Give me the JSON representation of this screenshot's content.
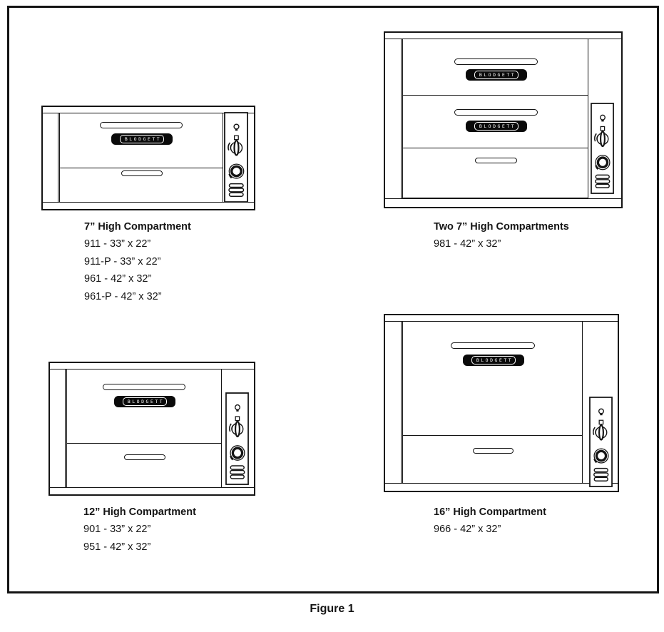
{
  "page": {
    "figure_caption": "Figure 1",
    "ink_color": "#141414",
    "background_color": "#ffffff"
  },
  "brand": {
    "name": "BLODGETT"
  },
  "groups": {
    "seven": {
      "title": "7” High Compartment",
      "lines": [
        "911 - 33” x 22”",
        "911-P - 33” x 22”",
        "961 - 42” x 32”",
        "961-P - 42” x 32”"
      ]
    },
    "two_seven": {
      "title": "Two 7” High Compartments",
      "lines": [
        "981 - 42” x 32”"
      ]
    },
    "twelve": {
      "title": "12” High Compartment",
      "lines": [
        "901 - 33” x 22”",
        "951 - 42” x 32”"
      ]
    },
    "sixteen": {
      "title": "16” High Compartment",
      "lines": [
        "966 - 42” x 32”"
      ]
    }
  },
  "icons": {
    "panel": [
      "light-bulb-icon",
      "toggle-knob-icon",
      "thermostat-dial-icon",
      "vent-icon"
    ]
  }
}
